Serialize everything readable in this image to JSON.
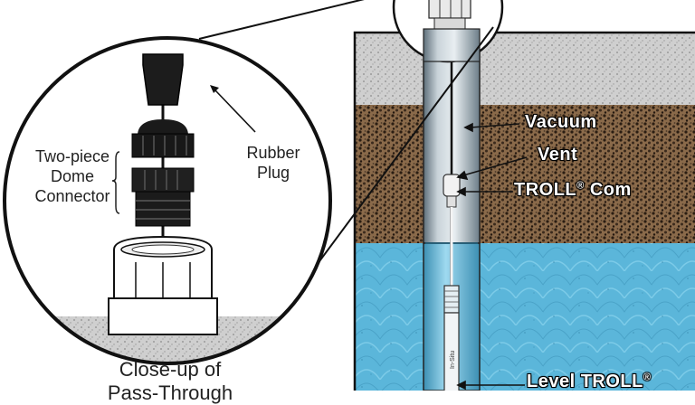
{
  "closeup": {
    "dome_connector_label": [
      "Two-piece",
      "Dome",
      "Connector"
    ],
    "rubber_plug_label": [
      "Rubber",
      "Plug"
    ],
    "caption": [
      "Close-up of",
      "Pass-Through"
    ]
  },
  "well": {
    "vacuum_label": "Vacuum",
    "vent_label": "Vent",
    "troll_com_label": "TROLL",
    "troll_com_suffix": " Com",
    "level_troll_label": "Level TROLL",
    "registered_mark": "®",
    "sensor_brand_text": "In-Situ"
  },
  "colors": {
    "topsoil": "#c8c8c8",
    "gravel": "#7a5b3e",
    "water": "#5bb3d6",
    "outline": "#111111"
  }
}
